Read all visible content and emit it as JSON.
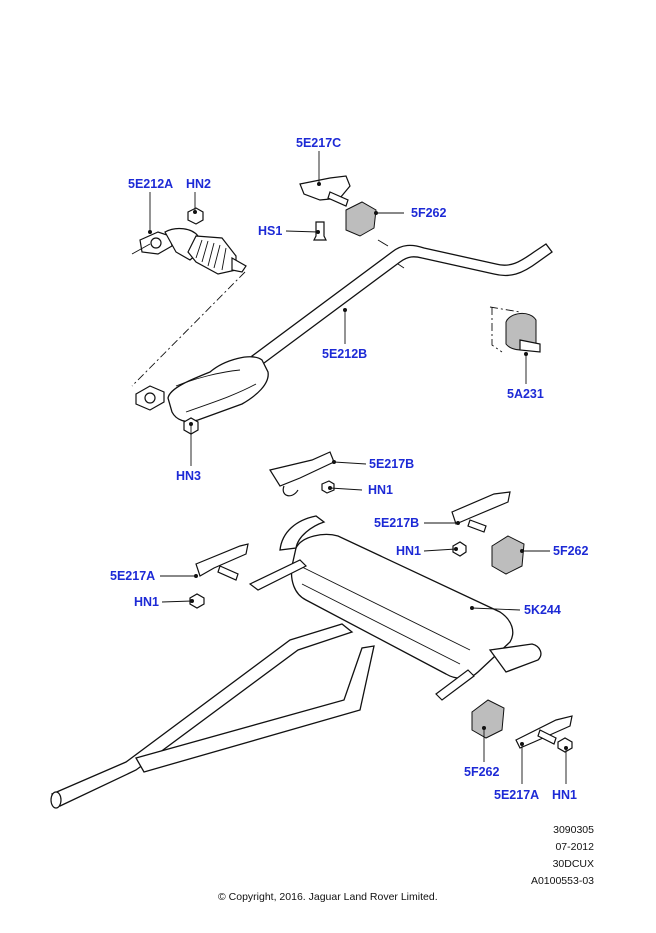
{
  "diagram": {
    "labels": {
      "l_5e217c": "5E217C",
      "l_5e212a": "5E212A",
      "l_hn2": "HN2",
      "l_5f262_top": "5F262",
      "l_hs1": "HS1",
      "l_5e212b": "5E212B",
      "l_5a231": "5A231",
      "l_hn3": "HN3",
      "l_5e217b_top": "5E217B",
      "l_hn1_top": "HN1",
      "l_5e217b_mid": "5E217B",
      "l_hn1_mid": "HN1",
      "l_5f262_mid": "5F262",
      "l_5e217a_left": "5E217A",
      "l_hn1_left": "HN1",
      "l_5k244": "5K244",
      "l_5f262_bottom": "5F262",
      "l_5e217a_bottom": "5E217A",
      "l_hn1_bottom": "HN1"
    },
    "label_color": "#1d2ad6",
    "line_color": "#111111",
    "meta": [
      "3090305",
      "07-2012",
      "30DCUX",
      "A0100553-03"
    ],
    "copyright": "© Copyright, 2016. Jaguar Land Rover Limited."
  }
}
